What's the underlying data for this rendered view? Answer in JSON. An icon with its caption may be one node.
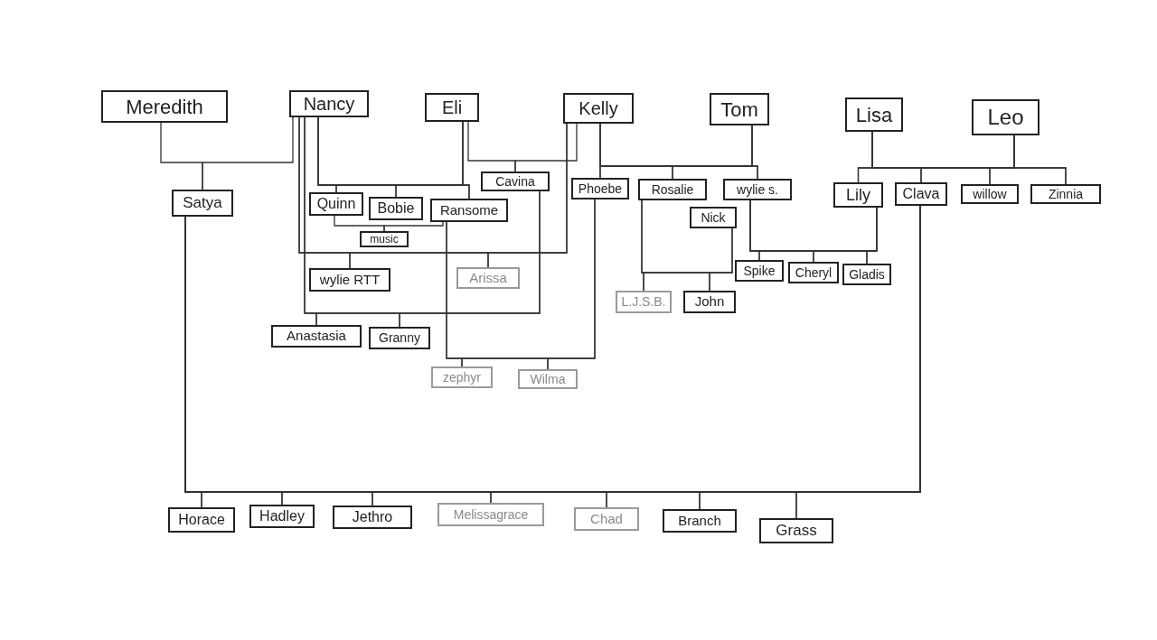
{
  "diagram": {
    "nodes": [
      {
        "text": [
          "Meredith"
        ]
      },
      {
        "text": [
          "Nancy"
        ]
      },
      {
        "text": [
          "Eli"
        ]
      },
      {
        "text": [
          "Kelly"
        ]
      },
      {
        "text": [
          "Tom"
        ]
      },
      {
        "text": [
          "Lisa"
        ]
      },
      {
        "text": [
          "Leo"
        ]
      },
      {
        "text": [
          "Satya"
        ]
      },
      {
        "text": [
          "Cavina"
        ]
      },
      {
        "text": [
          "Quinn"
        ]
      },
      {
        "text": [
          "Bobie"
        ]
      },
      {
        "text": [
          "Ransome"
        ]
      },
      {
        "text": [
          "Phoebe"
        ]
      },
      {
        "text": [
          "Rosalie"
        ]
      },
      {
        "text": [
          "wylie s."
        ]
      },
      {
        "text": [
          "Lily"
        ]
      },
      {
        "text": [
          "Clava"
        ]
      },
      {
        "text": [
          "willow"
        ]
      },
      {
        "text": [
          "Zinnia"
        ]
      },
      {
        "text": [
          "Nick"
        ]
      },
      {
        "text": [
          "music"
        ]
      },
      {
        "text": [
          "wylie RTT"
        ]
      },
      {
        "text": [
          "Arissa"
        ]
      },
      {
        "text": [
          "Spike"
        ]
      },
      {
        "text": [
          "Cheryl"
        ]
      },
      {
        "text": [
          "Gladis"
        ]
      },
      {
        "text": [
          "L.J.S.B."
        ]
      },
      {
        "text": [
          "John"
        ]
      },
      {
        "text": [
          "Anastasia"
        ]
      },
      {
        "text": [
          "Granny"
        ]
      },
      {
        "text": [
          "zephyr"
        ]
      },
      {
        "text": [
          "Wilma"
        ]
      },
      {
        "text": [
          "Horace"
        ]
      },
      {
        "text": [
          "Hadley"
        ]
      },
      {
        "text": [
          "Jethro"
        ]
      },
      {
        "text": [
          "Melissagrace"
        ]
      },
      {
        "text": [
          "Chad"
        ]
      },
      {
        "text": [
          "Branch"
        ]
      },
      {
        "text": [
          "Grass"
        ]
      }
    ],
    "edges": [
      {
        "from": 0,
        "to": 7,
        "arrow": "none"
      },
      {
        "from": 1,
        "to": 7,
        "arrow": "none"
      },
      {
        "from": 1,
        "to": 9,
        "arrow": "none"
      },
      {
        "from": 2,
        "to": 9,
        "arrow": "none"
      },
      {
        "from": 1,
        "to": 10,
        "arrow": "none"
      },
      {
        "from": 2,
        "to": 10,
        "arrow": "none"
      },
      {
        "from": 1,
        "to": 11,
        "arrow": "none"
      },
      {
        "from": 2,
        "to": 11,
        "arrow": "none"
      },
      {
        "from": 2,
        "to": 8,
        "arrow": "none"
      },
      {
        "from": 3,
        "to": 8,
        "arrow": "none"
      },
      {
        "from": 9,
        "to": 20,
        "arrow": "none"
      },
      {
        "from": 11,
        "to": 20,
        "arrow": "none"
      },
      {
        "from": 1,
        "to": 21,
        "arrow": "none"
      },
      {
        "from": 3,
        "to": 21,
        "arrow": "none"
      },
      {
        "from": 1,
        "to": 22,
        "arrow": "none"
      },
      {
        "from": 3,
        "to": 22,
        "arrow": "none"
      },
      {
        "from": 1,
        "to": 28,
        "arrow": "none"
      },
      {
        "from": 8,
        "to": 28,
        "arrow": "none"
      },
      {
        "from": 1,
        "to": 29,
        "arrow": "none"
      },
      {
        "from": 8,
        "to": 29,
        "arrow": "none"
      },
      {
        "from": 11,
        "to": 30,
        "arrow": "none"
      },
      {
        "from": 12,
        "to": 30,
        "arrow": "none"
      },
      {
        "from": 11,
        "to": 31,
        "arrow": "none"
      },
      {
        "from": 12,
        "to": 31,
        "arrow": "none"
      },
      {
        "from": 3,
        "to": 12,
        "arrow": "none"
      },
      {
        "from": 4,
        "to": 12,
        "arrow": "none"
      },
      {
        "from": 3,
        "to": 13,
        "arrow": "none"
      },
      {
        "from": 4,
        "to": 13,
        "arrow": "none"
      },
      {
        "from": 3,
        "to": 14,
        "arrow": "none"
      },
      {
        "from": 4,
        "to": 14,
        "arrow": "none"
      },
      {
        "from": 13,
        "to": 26,
        "arrow": "none"
      },
      {
        "from": 19,
        "to": 26,
        "arrow": "none"
      },
      {
        "from": 13,
        "to": 27,
        "arrow": "none"
      },
      {
        "from": 19,
        "to": 27,
        "arrow": "none"
      },
      {
        "from": 14,
        "to": 23,
        "arrow": "none"
      },
      {
        "from": 15,
        "to": 23,
        "arrow": "none"
      },
      {
        "from": 14,
        "to": 24,
        "arrow": "none"
      },
      {
        "from": 15,
        "to": 24,
        "arrow": "none"
      },
      {
        "from": 14,
        "to": 25,
        "arrow": "none"
      },
      {
        "from": 15,
        "to": 25,
        "arrow": "none"
      },
      {
        "from": 5,
        "to": 15,
        "arrow": "none"
      },
      {
        "from": 6,
        "to": 15,
        "arrow": "none"
      },
      {
        "from": 5,
        "to": 16,
        "arrow": "none"
      },
      {
        "from": 6,
        "to": 16,
        "arrow": "none"
      },
      {
        "from": 5,
        "to": 17,
        "arrow": "none"
      },
      {
        "from": 6,
        "to": 17,
        "arrow": "none"
      },
      {
        "from": 5,
        "to": 18,
        "arrow": "none"
      },
      {
        "from": 6,
        "to": 18,
        "arrow": "none"
      },
      {
        "from": 7,
        "to": 32,
        "arrow": "none"
      },
      {
        "from": 16,
        "to": 32,
        "arrow": "none"
      },
      {
        "from": 7,
        "to": 33,
        "arrow": "none"
      },
      {
        "from": 16,
        "to": 33,
        "arrow": "none"
      },
      {
        "from": 7,
        "to": 34,
        "arrow": "none"
      },
      {
        "from": 16,
        "to": 34,
        "arrow": "none"
      },
      {
        "from": 7,
        "to": 35,
        "arrow": "none"
      },
      {
        "from": 16,
        "to": 35,
        "arrow": "none"
      },
      {
        "from": 7,
        "to": 36,
        "arrow": "none"
      },
      {
        "from": 16,
        "to": 36,
        "arrow": "none"
      },
      {
        "from": 7,
        "to": 37,
        "arrow": "none"
      },
      {
        "from": 16,
        "to": 37,
        "arrow": "none"
      },
      {
        "from": 7,
        "to": 38,
        "arrow": "none"
      },
      {
        "from": 16,
        "to": 38,
        "arrow": "none"
      }
    ]
  }
}
